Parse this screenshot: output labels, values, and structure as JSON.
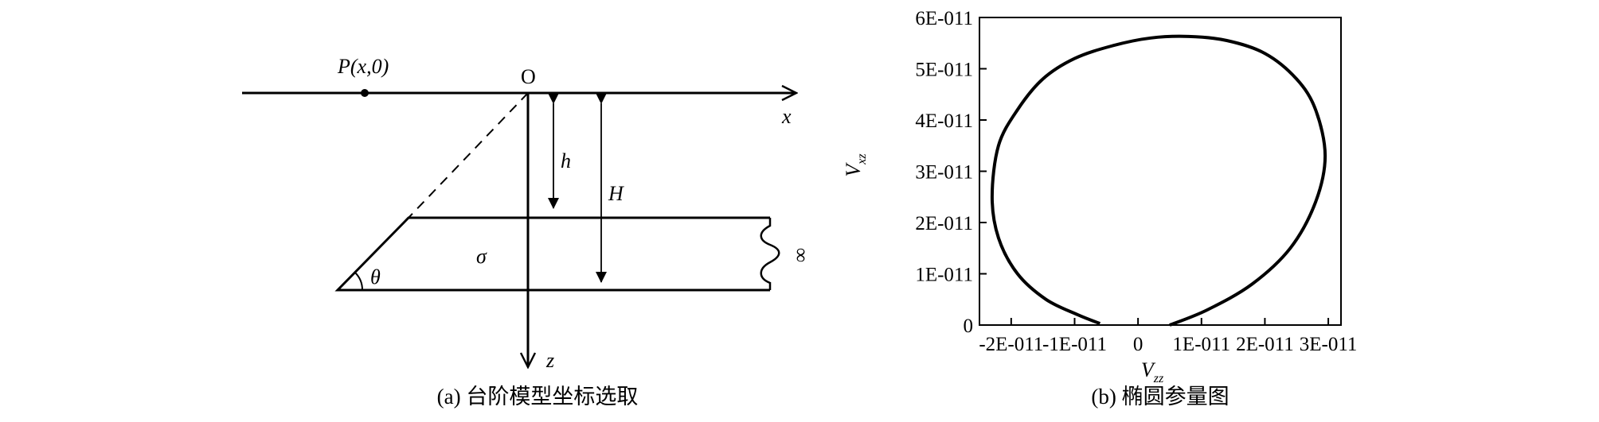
{
  "panel_a": {
    "point_label": "P(x,0)",
    "origin_label": "O",
    "x_axis_label": "x",
    "z_axis_label": "z",
    "h_label": "h",
    "H_label": "H",
    "sigma_label": "σ",
    "theta_label": "θ",
    "infinity_label": "∞",
    "caption": "(a) 台阶模型坐标选取"
  },
  "panel_b": {
    "caption": "(b) 椭圆参量图"
  },
  "chart_data": {
    "type": "line",
    "xlabel": "Vzz",
    "ylabel": "Vxz",
    "xlim": [
      -2.5e-11,
      3.2e-11
    ],
    "ylim": [
      0,
      6e-11
    ],
    "x_tick_labels": [
      "-2E-011",
      "-1E-011",
      "0",
      "1E-011",
      "2E-011",
      "3E-011"
    ],
    "y_tick_labels": [
      "0",
      "1E-011",
      "2E-011",
      "3E-011",
      "4E-011",
      "5E-011",
      "6E-011"
    ],
    "series": [
      {
        "x": [
          5e-12,
          1.1e-11,
          1.8e-11,
          2.4e-11,
          2.8e-11,
          2.95e-11,
          2.8e-11,
          2.5e-11,
          2e-11,
          1.4e-11,
          8e-12,
          2e-12,
          -4e-12,
          -1e-11,
          -1.5e-11,
          -1.9e-11,
          -2.2e-11,
          -2.3e-11,
          -2.2e-11,
          -1.9e-11,
          -1.45e-11,
          -9.5e-12,
          -6e-12
        ],
        "y": [
          0,
          3e-12,
          8e-12,
          1.5e-11,
          2.4e-11,
          3.3e-11,
          4.2e-11,
          4.8e-11,
          5.3e-11,
          5.55e-11,
          5.63e-11,
          5.6e-11,
          5.45e-11,
          5.2e-11,
          4.8e-11,
          4.2e-11,
          3.5e-11,
          2.5e-11,
          1.7e-11,
          1e-11,
          5e-12,
          2e-12,
          3e-13
        ]
      }
    ]
  }
}
